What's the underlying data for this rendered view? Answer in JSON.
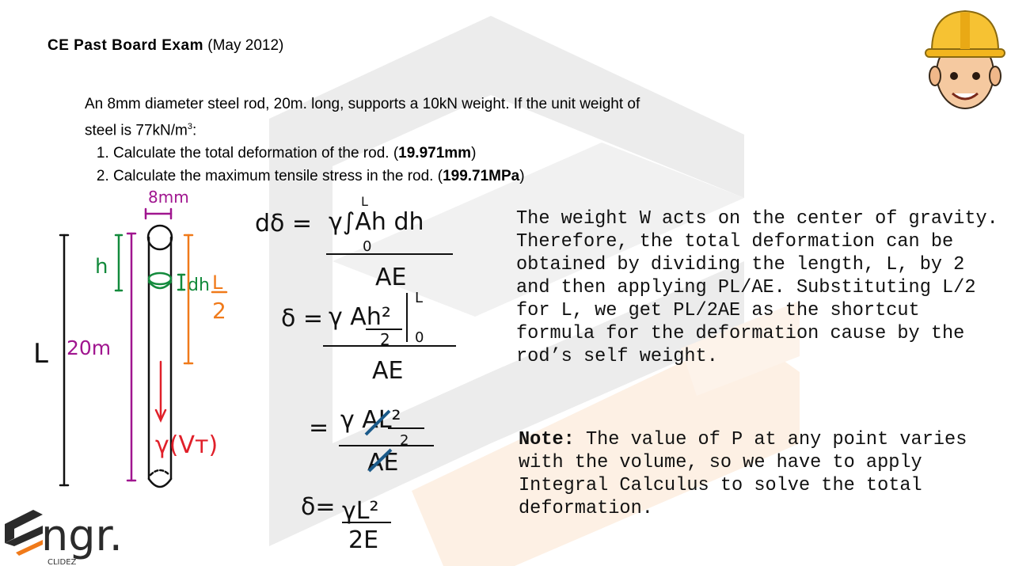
{
  "header": {
    "title_bold": "CE Past Board Exam",
    "title_rest": "(May 2012)"
  },
  "problem": {
    "statement_line1": "An 8mm diameter steel rod, 20m. long, supports a 10kN weight. If the unit weight of",
    "statement_line2_pre": "steel is 77kN/m",
    "statement_line2_sup": "3",
    "statement_line2_post": ":",
    "items": [
      {
        "text": "Calculate the total deformation of the rod. (",
        "answer": "19.971mm",
        "close": ")"
      },
      {
        "text": "Calculate the maximum tensile stress in the rod. (",
        "answer": "199.71MPa",
        "close": ")"
      }
    ]
  },
  "diagram": {
    "diameter_label": "8mm",
    "length_symbol": "L",
    "length_value": "20m",
    "h_label": "h",
    "dh_label": "dh",
    "half_num": "L",
    "half_den": "2",
    "weight_label": "γ(Vт)",
    "colors": {
      "black": "#111111",
      "magenta": "#a0158f",
      "green": "#138a3c",
      "orange": "#f07a1a",
      "red": "#e0202a",
      "blue": "#1a5a8a"
    }
  },
  "equations": {
    "eq1_lhs": "dδ =",
    "eq1_num": "γ∫Ah dh",
    "eq1_upper": "L",
    "eq1_lower": "0",
    "eq1_den": "AE",
    "eq2_lhs": "δ =",
    "eq2_num": "γ  Ah²",
    "eq2_num_den": "2",
    "eq2_upper": "L",
    "eq2_lower": "0",
    "eq2_den": "AE",
    "eq3_lhs": "=",
    "eq3_num": "γ AL²",
    "eq3_num_den": "2",
    "eq3_den": "AE",
    "eq4_lhs": "δ=",
    "eq4_num": "γL²",
    "eq4_den": "2E"
  },
  "explanation": {
    "lines": [
      "The weight W acts on the center of gravity.",
      "Therefore, the total deformation can be",
      "obtained by dividing the length, L, by 2",
      "and then applying PL/AE. Substituting L/2",
      "for L, we get PL/2AE as the shortcut",
      "formula for the deformation cause by the",
      "rod’s self weight."
    ]
  },
  "note": {
    "label": "Note:",
    "line1": " The value of P at any point varies",
    "lines": [
      "with the volume, so we have to apply",
      "Integral Calculus to solve the total",
      "deformation."
    ]
  },
  "logo": {
    "main": "ngr.",
    "sub": "CLIDEZ"
  },
  "colors": {
    "watermark_gray": "#ececec",
    "watermark_orange": "#fdf0e4",
    "logo_orange": "#f07a1a",
    "logo_dark": "#2b2b2b"
  }
}
